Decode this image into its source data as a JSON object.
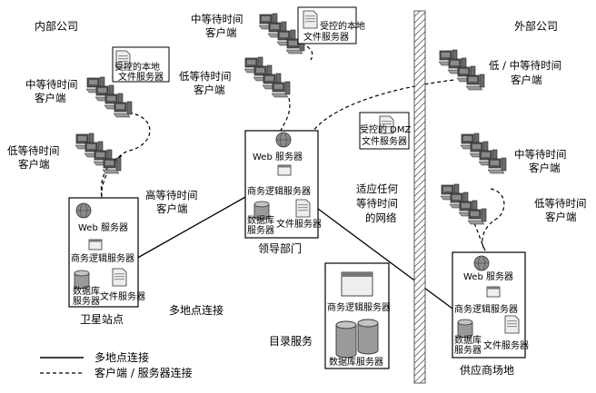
{
  "labels": {
    "internal_company": "内部公司",
    "external_company": "外部公司",
    "hq_medium_wait_clients": [
      "中等待时间",
      "客户端"
    ],
    "hq_low_wait_clients": [
      "低等待时间",
      "客户端"
    ],
    "internal_medium_wait_clients": [
      "中等待时间",
      "客户端"
    ],
    "internal_low_wait_clients": [
      "低等待时间",
      "客户端"
    ],
    "high_wait_clients": [
      "高等待时间",
      "客户端"
    ],
    "external_low_medium_clients": [
      "低 / 中等待时间",
      "客户端"
    ],
    "external_medium_clients": [
      "中等待时间",
      "客户端"
    ],
    "external_low_clients": [
      "低等待时间",
      "客户端"
    ],
    "controlled_local_file_server": [
      "受控的本地",
      "文件服务器"
    ],
    "controlled_dmz_file_server": [
      "受控的 DMZ",
      "文件服务器"
    ],
    "any_latency_network": [
      "适应任何",
      "等待时间",
      "的网络"
    ],
    "multi_site_connection": "多地点连接",
    "directory_service": "目录服务",
    "web_server": "Web 服务器",
    "business_logic_server": "商务逻辑服务器",
    "database_server": [
      "数据库",
      "服务器"
    ],
    "database_server_single": "数据库服务器",
    "file_server": "文件服务器",
    "site_satellite": "卫星站点",
    "site_headquarters": "领导部门",
    "site_supply_mall": "供应商场地"
  },
  "legend": {
    "solid": "多地点连接",
    "dashed": "客户端 / 服务器连接"
  }
}
